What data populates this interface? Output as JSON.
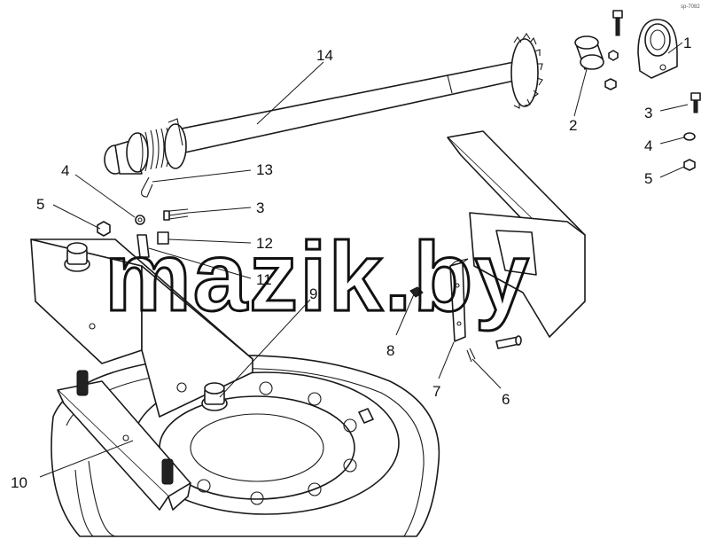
{
  "watermark": "mazik.by",
  "corner_code": "sp-7082",
  "callouts": [
    {
      "id": "c1",
      "label": "1"
    },
    {
      "id": "c2",
      "label": "2"
    },
    {
      "id": "c3a",
      "label": "3"
    },
    {
      "id": "c4a",
      "label": "4"
    },
    {
      "id": "c5a",
      "label": "5"
    },
    {
      "id": "c14",
      "label": "14"
    },
    {
      "id": "c13",
      "label": "13"
    },
    {
      "id": "c4b",
      "label": "4"
    },
    {
      "id": "c3b",
      "label": "3"
    },
    {
      "id": "c5b",
      "label": "5"
    },
    {
      "id": "c12",
      "label": "12"
    },
    {
      "id": "c11",
      "label": "11"
    },
    {
      "id": "c9",
      "label": "9"
    },
    {
      "id": "c8",
      "label": "8"
    },
    {
      "id": "c7",
      "label": "7"
    },
    {
      "id": "c6",
      "label": "6"
    },
    {
      "id": "c10",
      "label": "10"
    }
  ]
}
